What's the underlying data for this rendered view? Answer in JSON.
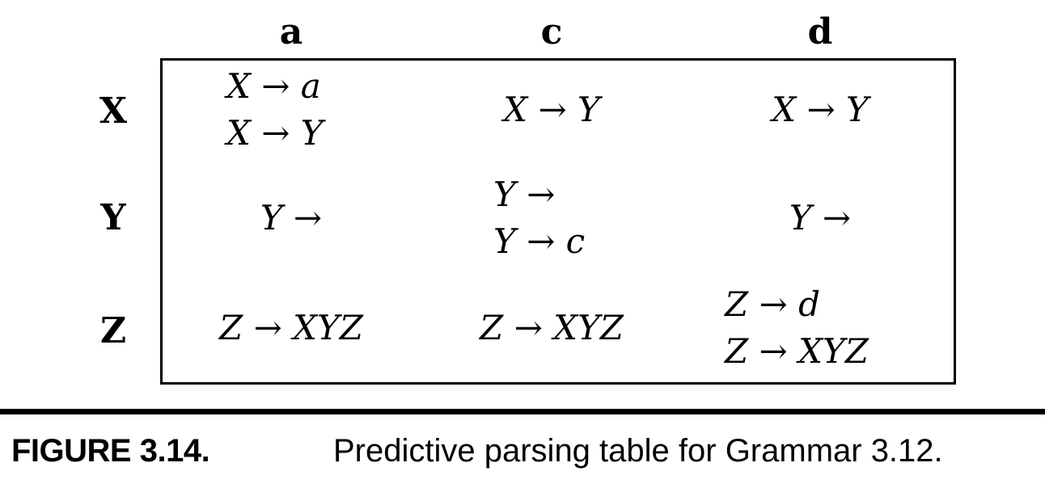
{
  "table": {
    "columns": [
      "a",
      "c",
      "d"
    ],
    "rows": [
      {
        "label": "X",
        "cells": [
          [
            "X → a",
            "X → Y"
          ],
          [
            "X → Y"
          ],
          [
            "X → Y"
          ]
        ]
      },
      {
        "label": "Y",
        "cells": [
          [
            "Y →"
          ],
          [
            "Y →",
            "Y → c"
          ],
          [
            "Y →"
          ]
        ]
      },
      {
        "label": "Z",
        "cells": [
          [
            "Z → XYZ"
          ],
          [
            "Z → XYZ"
          ],
          [
            "Z → d",
            "Z → XYZ"
          ]
        ]
      }
    ]
  },
  "caption": {
    "label": "FIGURE 3.14.",
    "text": "Predictive parsing table for Grammar 3.12."
  }
}
